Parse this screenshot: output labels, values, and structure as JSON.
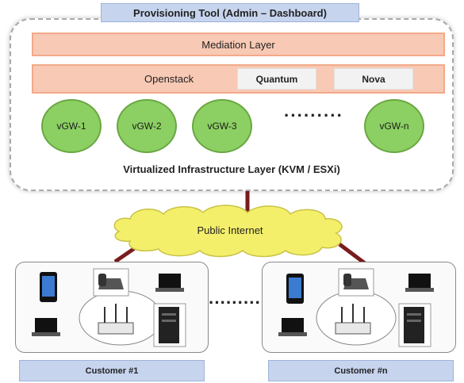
{
  "header": {
    "title": "Provisioning Tool  (Admin – Dashboard)"
  },
  "infra": {
    "mediation_label": "Mediation Layer",
    "openstack_label": "Openstack",
    "quantum_label": "Quantum",
    "nova_label": "Nova",
    "vgws": [
      "vGW-1",
      "vGW-2",
      "vGW-3",
      "vGW-n"
    ],
    "ellipsis": "·········",
    "layer_label": "Virtualized Infrastructure Layer (KVM / ESXi)"
  },
  "network": {
    "cloud_label": "Public Internet"
  },
  "customers": [
    {
      "label": "Customer #1"
    },
    {
      "label": "Customer #n"
    }
  ],
  "customer_ellipsis": "··········",
  "colors": {
    "accent_blue": "#c6d4ee",
    "layer_pink": "#f8c9b4",
    "vgw_green": "#8cd063",
    "cloud_yellow": "#f4ef6a",
    "link_red": "#7a1c1c"
  }
}
